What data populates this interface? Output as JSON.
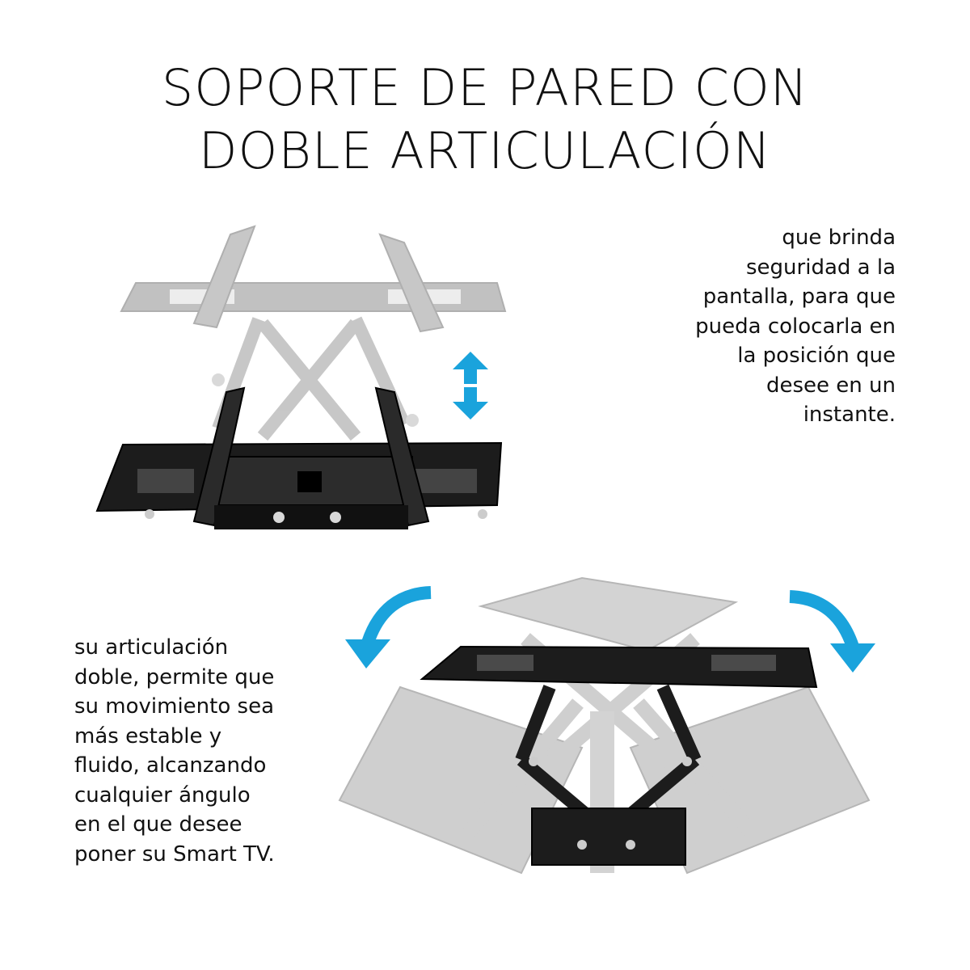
{
  "title": {
    "line1": "SOPORTE DE PARED CON",
    "line2": "DOBLE ARTICULACIÓN"
  },
  "copy_right": [
    "que brinda",
    "seguridad a la",
    "pantalla, para que",
    "pueda colocarla en",
    "la posición que",
    "desee en un",
    "instante."
  ],
  "copy_left": [
    "su articulación",
    "doble, permite que",
    "su movimiento sea",
    "más estable y",
    "fluido, alcanzando",
    "cualquier ángulo",
    "en el que desee",
    "poner su Smart TV."
  ],
  "colors": {
    "mount_dark": "#1c1c1c",
    "mount_ghost": "#a9a9a9",
    "arrow_blue": "#1aa3dc"
  },
  "icons": [
    "vertical-double-arrow-icon",
    "rotate-left-arrow-icon",
    "rotate-right-arrow-icon"
  ]
}
